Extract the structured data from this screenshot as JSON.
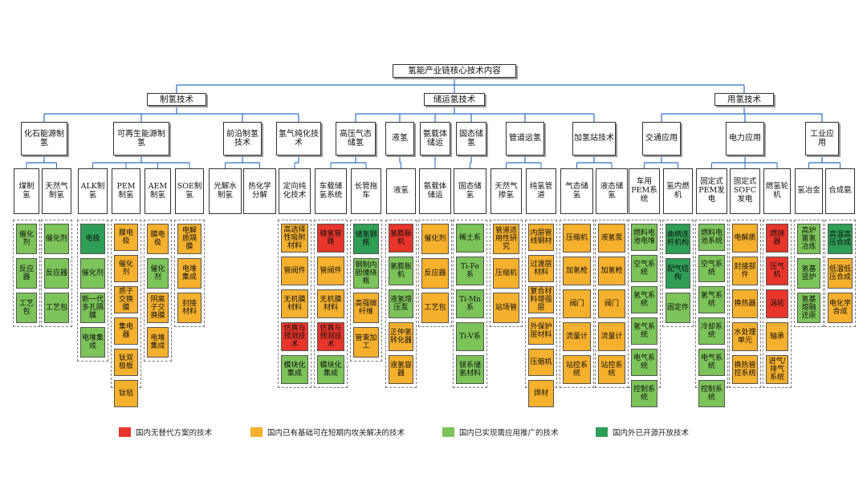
{
  "colors": {
    "red": "#e8352b",
    "orange": "#f5b02d",
    "light_green": "#7cc35a",
    "green": "#2f9e57",
    "line": "#2d6fbf"
  },
  "root": "氢能产业链核心技术内容",
  "categories": [
    "制氢技术",
    "储运氢技术",
    "用氢技术"
  ],
  "subcategories": [
    "化石能源制氢",
    "可再生能源制氢",
    "前沿制氢技术",
    "氢气纯化技术",
    "高压气态储氢",
    "液氢",
    "氨载体储运",
    "固态储氢",
    "管道运氢",
    "加氢站技术",
    "交通应用",
    "电力应用",
    "工业应用"
  ],
  "leaf_headers": [
    "煤制氢",
    "天然气制氢",
    "ALK制氢",
    "PEM制氢",
    "AEM制氢",
    "SOE制氢",
    "光解水制氢",
    "热化学分解",
    "定向纯化技术",
    "车载储氢系统",
    "长管拖车",
    "液氢",
    "氨载体储运",
    "固态储氢",
    "天然气掺氢",
    "纯氢管道",
    "气态储氢",
    "液态储氢",
    "车用PEM系统",
    "氢内燃机",
    "固定式PEM发电",
    "固定式SOFC发电",
    "燃氢轮机",
    "氢冶金",
    "合成氨"
  ],
  "columns": [
    {
      "header": "煤制氢",
      "items": [
        {
          "t": "催化剂",
          "c": "lg"
        },
        {
          "t": "反应器",
          "c": "lg"
        },
        {
          "t": "工艺包",
          "c": "lg"
        }
      ]
    },
    {
      "header": "天然气制氢",
      "items": [
        {
          "t": "催化剂",
          "c": "lg"
        },
        {
          "t": "反应器",
          "c": "lg"
        },
        {
          "t": "工艺包",
          "c": "lg"
        }
      ]
    },
    {
      "header": "ALK制氢",
      "items": [
        {
          "t": "电极",
          "c": "g"
        },
        {
          "t": "催化剂",
          "c": "lg"
        },
        {
          "t": "新一代多孔隔膜",
          "c": "lg"
        },
        {
          "t": "电堆集成",
          "c": "lg"
        }
      ]
    },
    {
      "header": "PEM制氢",
      "items": [
        {
          "t": "膜电极",
          "c": "o"
        },
        {
          "t": "催化剂",
          "c": "o"
        },
        {
          "t": "质子交换膜",
          "c": "o"
        },
        {
          "t": "集电器",
          "c": "o"
        },
        {
          "t": "钛双极板",
          "c": "o"
        },
        {
          "t": "钛毡",
          "c": "o"
        }
      ]
    },
    {
      "header": "AEM制氢",
      "items": [
        {
          "t": "膜电极",
          "c": "o"
        },
        {
          "t": "催化剂",
          "c": "lg"
        },
        {
          "t": "阴离子交换膜",
          "c": "o"
        },
        {
          "t": "电堆集成",
          "c": "o"
        }
      ]
    },
    {
      "header": "SOE制氢",
      "items": [
        {
          "t": "电解质隔膜",
          "c": "o"
        },
        {
          "t": "电堆集成",
          "c": "o"
        },
        {
          "t": "封接材料",
          "c": "o"
        }
      ]
    },
    {
      "header": "光解水制氢",
      "items": []
    },
    {
      "header": "热化学分解",
      "items": []
    },
    {
      "header": "定向纯化技术",
      "items": [
        {
          "t": "高选择性吸附材料",
          "c": "o"
        },
        {
          "t": "管阀件",
          "c": "o"
        },
        {
          "t": "无机膜材料",
          "c": "o"
        },
        {
          "t": "仿真与预测技术",
          "c": "r"
        },
        {
          "t": "模块化集成",
          "c": "lg"
        }
      ]
    },
    {
      "header": "车载储氢系统",
      "items": [
        {
          "t": "输氢管路",
          "c": "r"
        },
        {
          "t": "管阀件",
          "c": "o"
        },
        {
          "t": "无机膜材料",
          "c": "o"
        },
        {
          "t": "仿真与预测技术",
          "c": "r"
        },
        {
          "t": "模块化集成",
          "c": "lg"
        }
      ]
    },
    {
      "header": "长管拖车",
      "items": [
        {
          "t": "储氢钢瓶",
          "c": "g"
        },
        {
          "t": "钢制内胆缠绕瓶",
          "c": "lg"
        },
        {
          "t": "高强碳纤维",
          "c": "o"
        },
        {
          "t": "管束加工",
          "c": "o"
        }
      ]
    },
    {
      "header": "液氢",
      "items": [
        {
          "t": "氢膨胀机",
          "c": "r"
        },
        {
          "t": "氢膨胀机",
          "c": "lg"
        },
        {
          "t": "液氢增压泵",
          "c": "lg"
        },
        {
          "t": "正仲氢转化器",
          "c": "o"
        },
        {
          "t": "液氢容器",
          "c": "o"
        }
      ]
    },
    {
      "header": "氨载体储运",
      "items": [
        {
          "t": "催化剂",
          "c": "o"
        },
        {
          "t": "反应器",
          "c": "o"
        },
        {
          "t": "工艺包",
          "c": "o"
        }
      ]
    },
    {
      "header": "固态储氢",
      "items": [
        {
          "t": "稀土系",
          "c": "lg"
        },
        {
          "t": "Ti-Fe系",
          "c": "lg"
        },
        {
          "t": "Ti-Mn系",
          "c": "lg"
        },
        {
          "t": "Ti-V系",
          "c": "lg"
        },
        {
          "t": "镁系储氢材料",
          "c": "lg"
        }
      ]
    },
    {
      "header": "天然气掺氢",
      "items": [
        {
          "t": "管道适用性研究",
          "c": "o"
        },
        {
          "t": "压缩机",
          "c": "o"
        },
        {
          "t": "站场管",
          "c": "o"
        }
      ]
    },
    {
      "header": "纯氢管道",
      "items": [
        {
          "t": "内层管线钢材",
          "c": "o"
        },
        {
          "t": "过渡层材料",
          "c": "o"
        },
        {
          "t": "复合材料增强层",
          "c": "o"
        },
        {
          "t": "外保护层材料",
          "c": "o"
        },
        {
          "t": "压缩机",
          "c": "o"
        },
        {
          "t": "焊材",
          "c": "o"
        }
      ]
    },
    {
      "header": "气态储氢",
      "items": [
        {
          "t": "压缩机",
          "c": "o"
        },
        {
          "t": "加氢枪",
          "c": "o"
        },
        {
          "t": "阀门",
          "c": "o"
        },
        {
          "t": "流量计",
          "c": "o"
        },
        {
          "t": "站控系统",
          "c": "o"
        }
      ]
    },
    {
      "header": "液态储氢",
      "items": [
        {
          "t": "液氢泵",
          "c": "o"
        },
        {
          "t": "加氢枪",
          "c": "o"
        },
        {
          "t": "阀门",
          "c": "o"
        },
        {
          "t": "流量计",
          "c": "o"
        },
        {
          "t": "站控系统",
          "c": "o"
        }
      ]
    },
    {
      "header": "车用PEM系统",
      "items": [
        {
          "t": "燃料电池电堆",
          "c": "lg"
        },
        {
          "t": "空气系统",
          "c": "lg"
        },
        {
          "t": "氢气系统",
          "c": "lg"
        },
        {
          "t": "氢气系统",
          "c": "lg"
        },
        {
          "t": "电气系统",
          "c": "lg"
        },
        {
          "t": "控制系统",
          "c": "lg"
        }
      ]
    },
    {
      "header": "氢内燃机",
      "items": [
        {
          "t": "曲柄连杆机构",
          "c": "g"
        },
        {
          "t": "配气结构",
          "c": "g"
        },
        {
          "t": "固定件",
          "c": "lg"
        }
      ]
    },
    {
      "header": "固定式PEM发电",
      "items": [
        {
          "t": "燃料电池系统",
          "c": "lg"
        },
        {
          "t": "空气系统",
          "c": "lg"
        },
        {
          "t": "氢气系统",
          "c": "lg"
        },
        {
          "t": "冷却系统",
          "c": "lg"
        },
        {
          "t": "电气系统",
          "c": "lg"
        },
        {
          "t": "控制系统",
          "c": "lg"
        }
      ]
    },
    {
      "header": "固定式SOFC发电",
      "items": [
        {
          "t": "电解质",
          "c": "o"
        },
        {
          "t": "封接部件",
          "c": "o"
        },
        {
          "t": "换热器",
          "c": "o"
        },
        {
          "t": "水处理单元",
          "c": "o"
        },
        {
          "t": "换热管控系统",
          "c": "o"
        }
      ]
    },
    {
      "header": "燃氢轮机",
      "items": [
        {
          "t": "燃烧器",
          "c": "r"
        },
        {
          "t": "压气机",
          "c": "r"
        },
        {
          "t": "涡轮",
          "c": "r"
        },
        {
          "t": "轴承",
          "c": "o"
        },
        {
          "t": "进气/排气系统",
          "c": "o"
        }
      ]
    },
    {
      "header": "氢冶金",
      "items": [
        {
          "t": "高炉富氢冶炼",
          "c": "lg"
        },
        {
          "t": "氢基竖炉",
          "c": "lg"
        },
        {
          "t": "氢基熔融还原",
          "c": "lg"
        }
      ]
    },
    {
      "header": "合成氨",
      "items": [
        {
          "t": "高温高压合成",
          "c": "g"
        },
        {
          "t": "低温低压合成",
          "c": "o"
        },
        {
          "t": "电化学合成",
          "c": "o"
        }
      ]
    }
  ],
  "legend": [
    {
      "label": "国内无替代方案的技术",
      "c": "r"
    },
    {
      "label": "国内已有基础可在短期内攻关解决的技术",
      "c": "o"
    },
    {
      "label": "国内已实现需应用推广的技术",
      "c": "lg"
    },
    {
      "label": "国内外已开源开放技术",
      "c": "g"
    }
  ]
}
